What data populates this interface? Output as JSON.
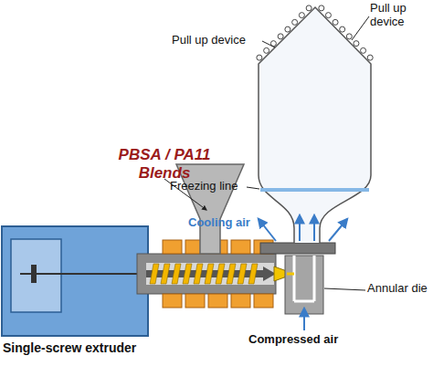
{
  "diagram": {
    "labels": [
      "PBSA / PA11 Blends",
      "Pull up device",
      "Pull up device",
      "Freezing line",
      "Cooling air",
      "Annular die",
      "Compressed air",
      "Single-screw extruder"
    ]
  }
}
